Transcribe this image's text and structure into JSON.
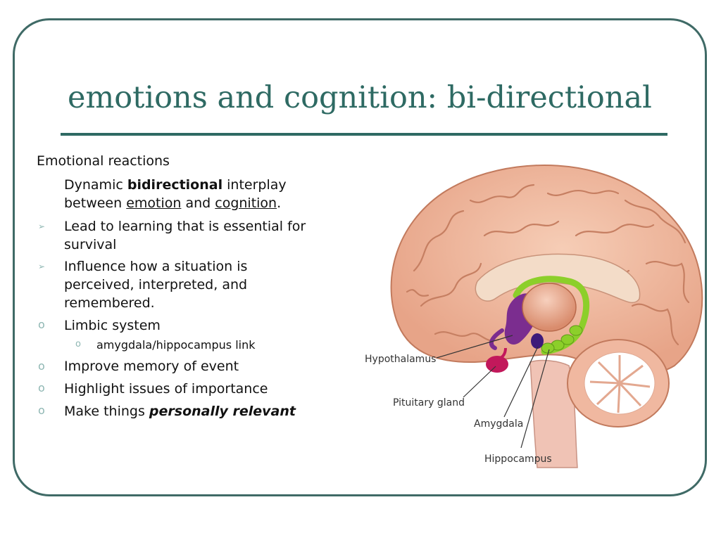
{
  "slide": {
    "title": "emotions and cognition: bi-directional",
    "heading": "Emotional reactions",
    "intro": {
      "pre": "Dynamic ",
      "bold": "bidirectional",
      "mid": " interplay",
      "line2_pre": "between ",
      "emotion": "emotion",
      "and": " and ",
      "cognition": "cognition",
      "period": "."
    },
    "arrow_bullets": [
      {
        "line1": "Lead to learning that is essential for",
        "line2": "survival"
      },
      {
        "line1": "Influence how a situation is",
        "line2": "perceived, interpreted, and",
        "line3": "remembered."
      }
    ],
    "circle_bullets": [
      {
        "text": "Limbic system"
      },
      {
        "text": "amygdala/hippocampus link"
      },
      {
        "text": "Improve memory of event"
      },
      {
        "text": "Highlight issues of importance"
      },
      {
        "pre": "Make things ",
        "emph": "personally relevant"
      }
    ],
    "arrow_glyph": "➢",
    "circle_glyph": "o"
  },
  "figure": {
    "labels": [
      "Hypothalamus",
      "Pituitary gland",
      "Amygdala",
      "Hippocampus"
    ]
  },
  "colors": {
    "accent": "#2e6a63",
    "bullet": "#8fb7b3",
    "brain": "#f0b8a0",
    "limbic_green": "#8ccf2a",
    "limbic_purple": "#7b2d8f",
    "pituitary": "#c2185b"
  }
}
